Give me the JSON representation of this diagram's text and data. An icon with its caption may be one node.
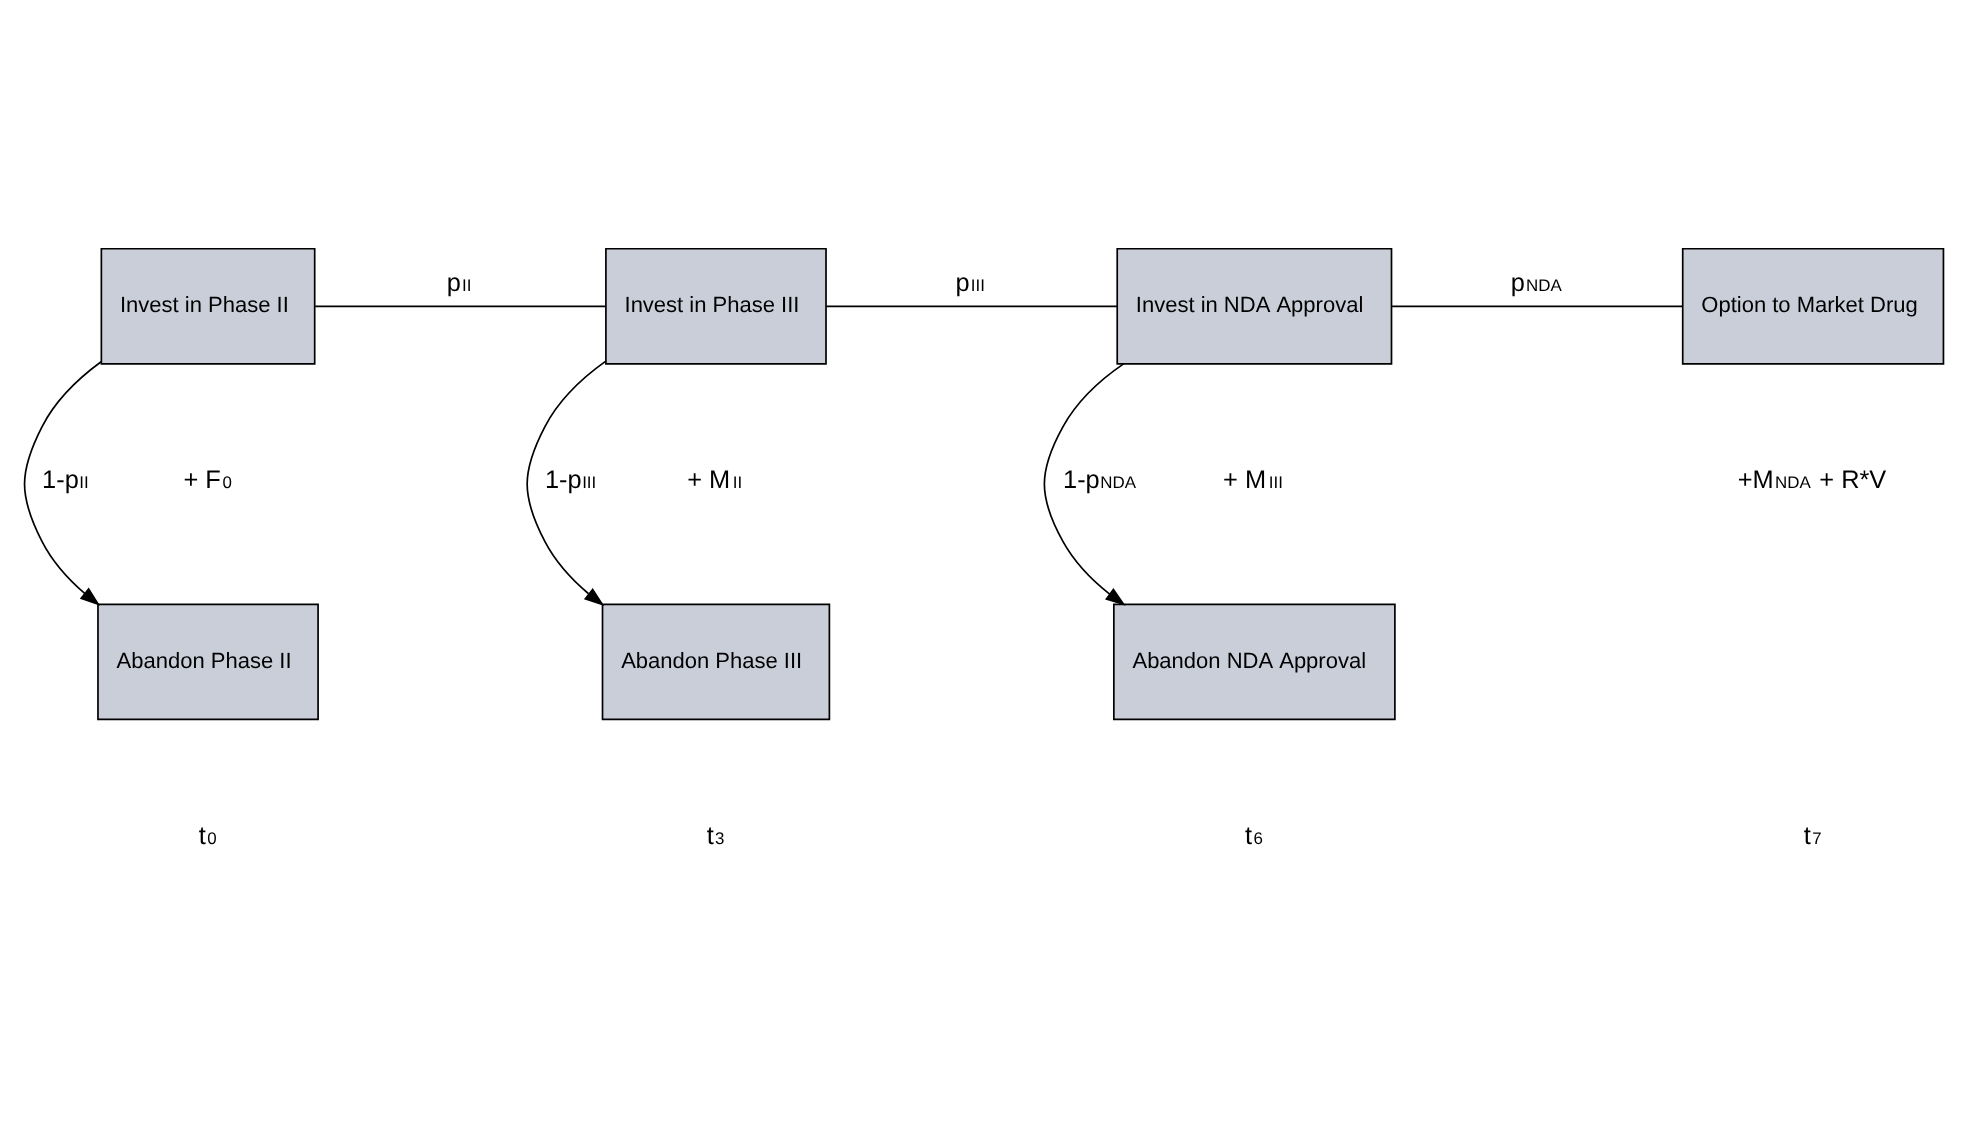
{
  "diagram": {
    "nodes": [
      {
        "text": [
          "Invest in Phase II"
        ]
      },
      {
        "text": [
          "Invest in Phase III"
        ]
      },
      {
        "text": [
          "Invest in NDA Approval"
        ]
      },
      {
        "text": [
          "Option to Market Drug"
        ]
      },
      {
        "text": [
          "Abandon Phase II"
        ]
      },
      {
        "text": [
          "Abandon Phase III"
        ]
      },
      {
        "text": [
          "Abandon NDA Approval"
        ]
      }
    ],
    "edges": [
      {
        "from": 0,
        "to": 1,
        "arrow": "none",
        "label": "p$_{II}$"
      },
      {
        "from": 1,
        "to": 2,
        "arrow": "none",
        "label": "p$_{III}$"
      },
      {
        "from": 2,
        "to": 3,
        "arrow": "none",
        "label": "p$_{NDA}$"
      },
      {
        "from": 0,
        "to": 4,
        "arrow": "to",
        "label": "1-p$_{II}$"
      },
      {
        "from": 1,
        "to": 5,
        "arrow": "to",
        "label": "1-p$_{III}$"
      },
      {
        "from": 2,
        "to": 6,
        "arrow": "to",
        "label": "1-p$_{NDA}$"
      }
    ],
    "labels": [
      "+ F$_{0}$",
      "+ M$_{II}$",
      "+ M$_{III}$",
      "+M$_{NDA}$ + R*V",
      "t$_{0}$",
      "t$_{3}$",
      "t$_{6}$",
      "t$_{7}$"
    ]
  }
}
